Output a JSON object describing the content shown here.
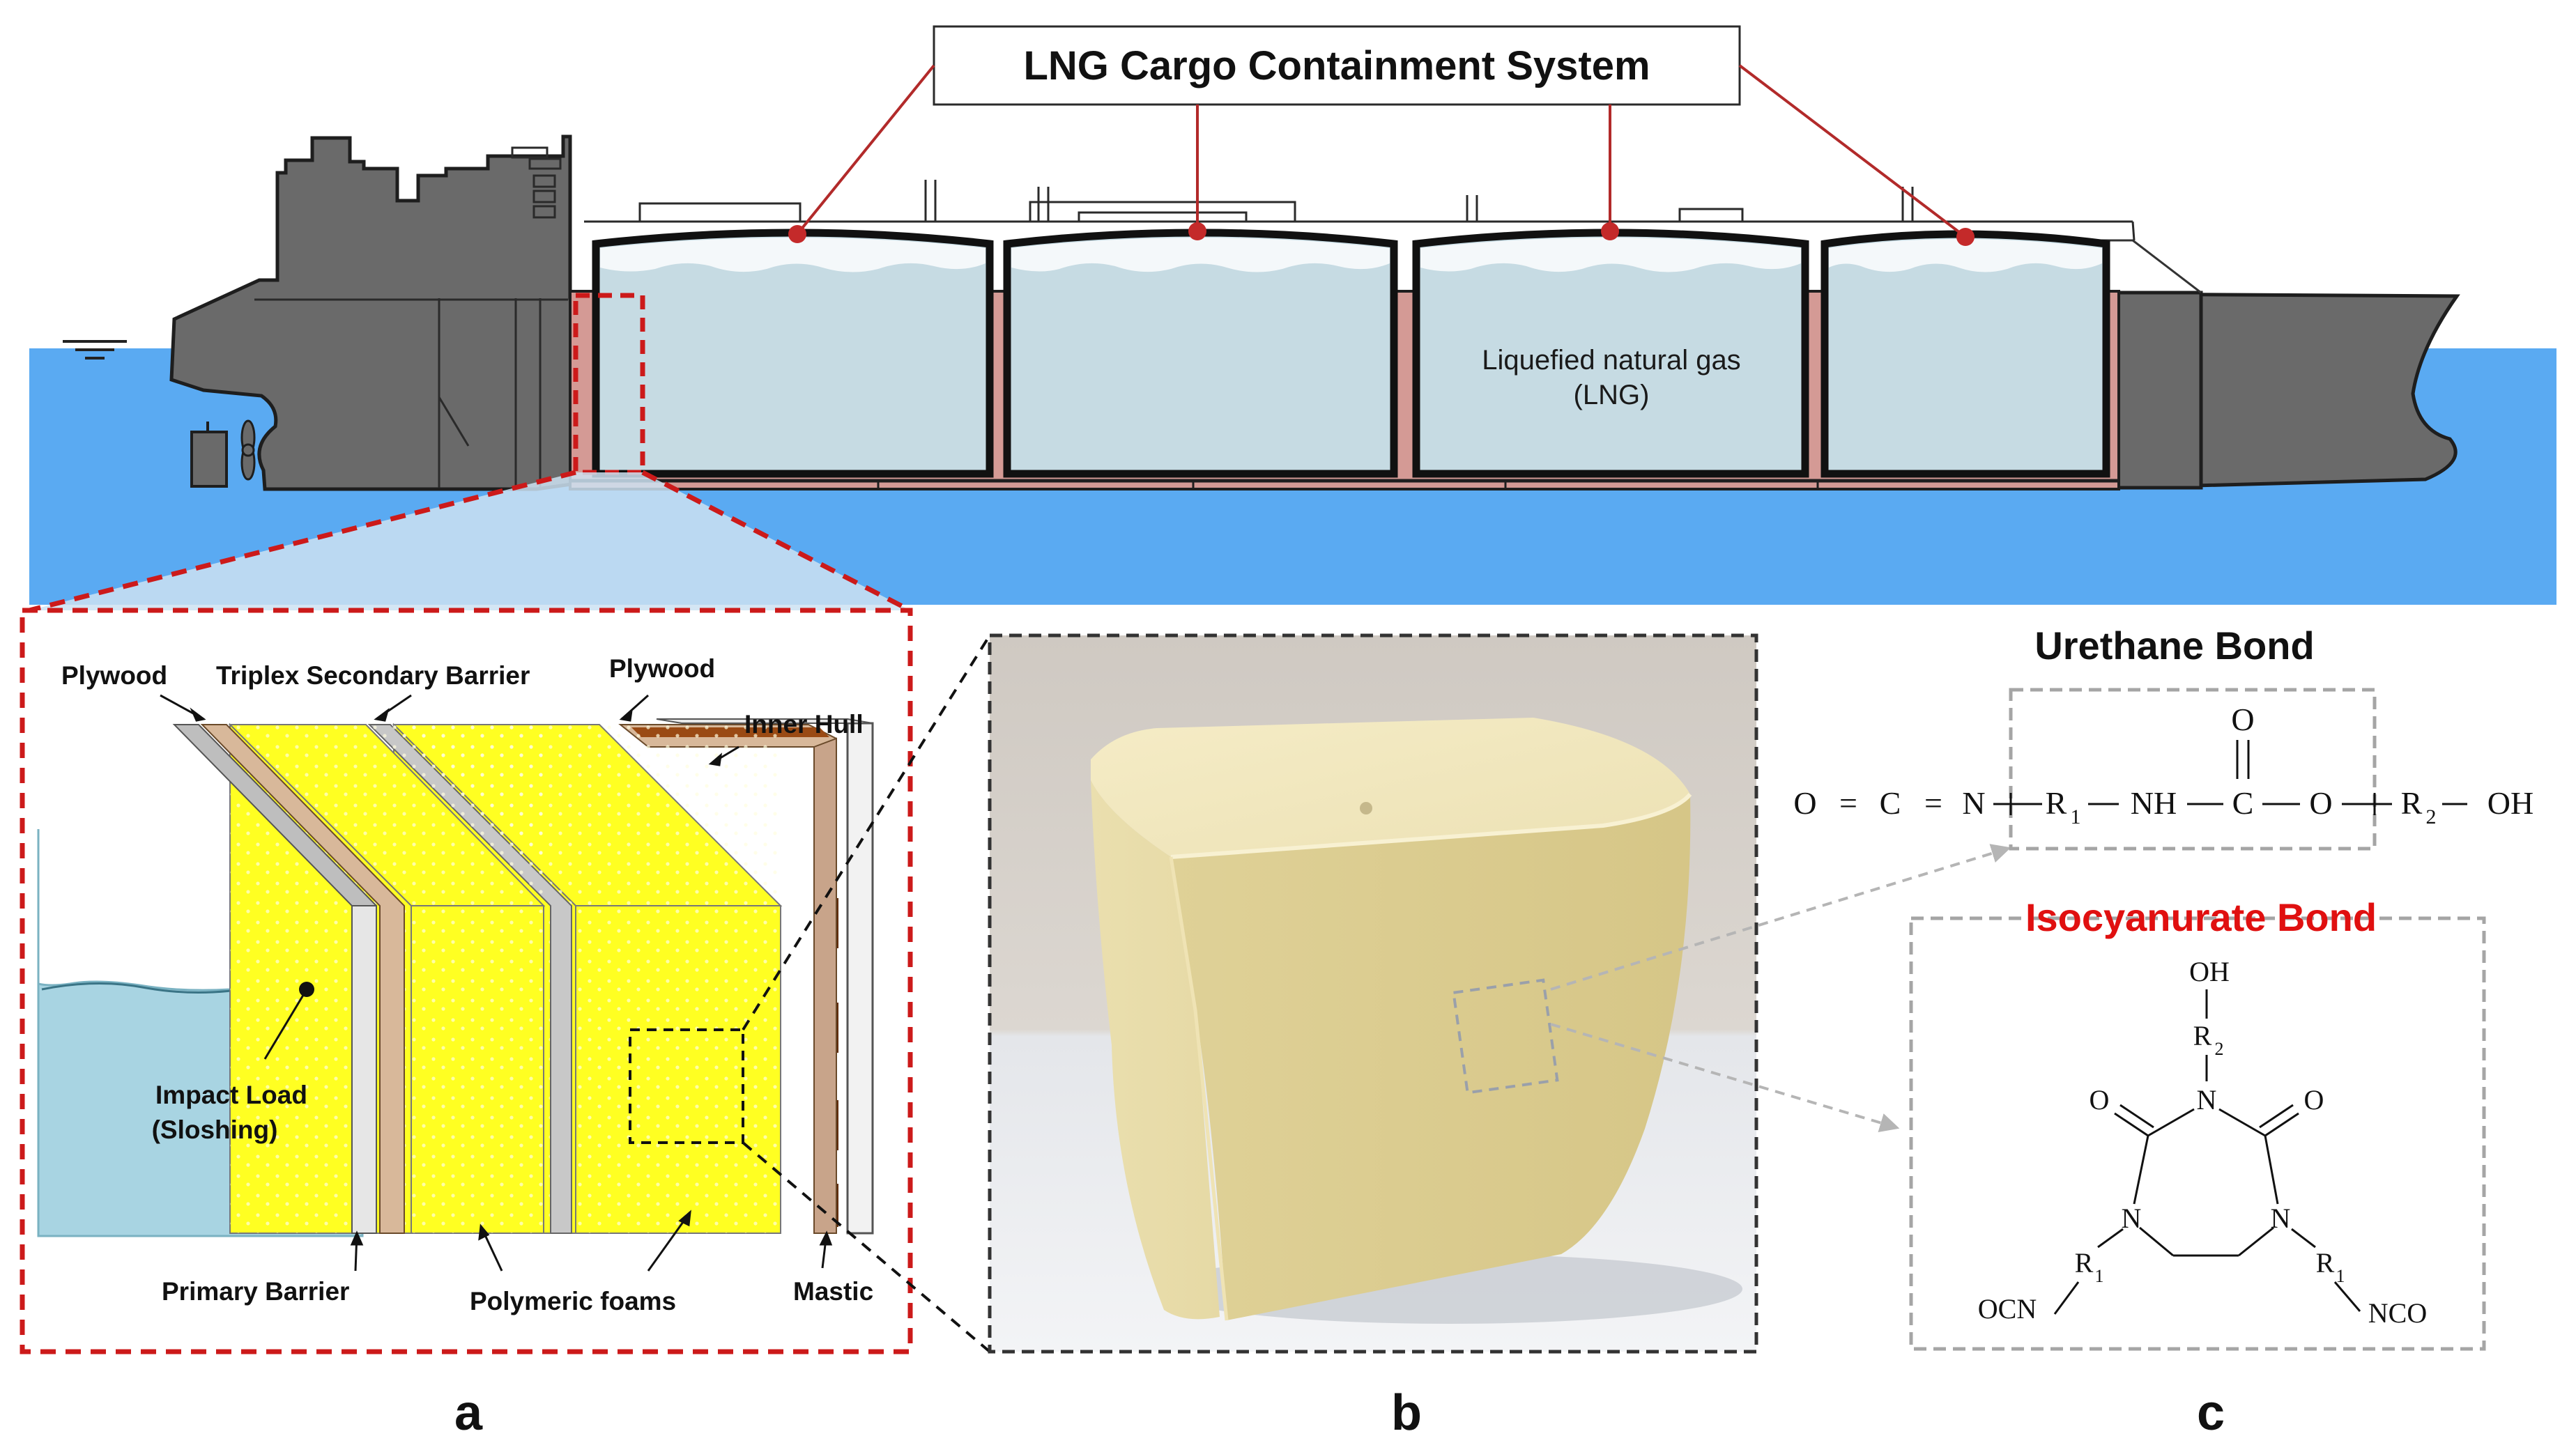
{
  "ship": {
    "title": "LNG Cargo Containment System",
    "tank_label_line1": "Liquefied natural gas",
    "tank_label_line2": "(LNG)"
  },
  "panel_a": {
    "letter": "a",
    "labels": {
      "plywood_left": "Plywood",
      "triplex": "Triplex Secondary Barrier",
      "plywood_right": "Plywood",
      "inner_hull": "Inner Hull",
      "impact_line1": "Impact Load",
      "impact_line2": "(Sloshing)",
      "primary_barrier": "Primary Barrier",
      "polymeric_foams": "Polymeric foams",
      "mastic": "Mastic"
    }
  },
  "panel_b": {
    "letter": "b"
  },
  "panel_c": {
    "letter": "c",
    "urethane_title": "Urethane Bond",
    "isocyanurate_title": "Isocyanurate Bond",
    "urethane": {
      "o_top": "O",
      "o1": "O",
      "eq1": "=",
      "c1": "C",
      "eq2": "=",
      "n1": "N",
      "r1": "R",
      "r1_sub": "1",
      "nh": "NH",
      "c2": "C",
      "o2": "O",
      "r2": "R",
      "r2_sub": "2",
      "oh": "OH"
    },
    "isocyanurate": {
      "oh": "OH",
      "r2": "R",
      "r2_sub": "2",
      "o_left": "O",
      "o_right": "O",
      "n_top": "N",
      "n_left": "N",
      "n_right": "N",
      "r1_left": "R",
      "r1_left_sub": "1",
      "r1_right": "R",
      "r1_right_sub": "1",
      "ocn": "OCN",
      "nco": "NCO"
    }
  },
  "colors": {
    "sea": "#5aaaf2",
    "sea_top": "#4a9ae8",
    "hull": "#6a6a6a",
    "lng": "#c6dbe3",
    "insulation": "#d49a95",
    "foam": "#ffff22",
    "plywood": "#d8b89a",
    "mastic": "#9a4a14",
    "red_dash": "#cc1a1a",
    "leader": "#b22a2a",
    "iso_title": "#e01010",
    "cube": "#ecdfae"
  }
}
